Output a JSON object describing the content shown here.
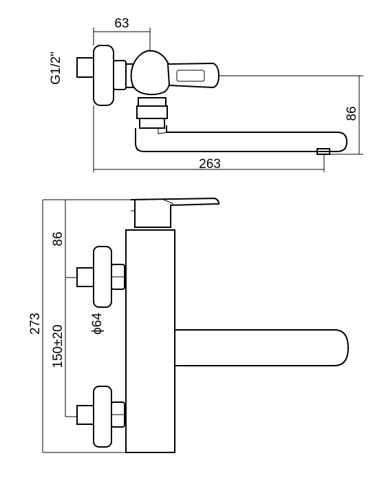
{
  "top_view": {
    "width_label": "63",
    "thread_label": "G1/2\"",
    "height_label": "86",
    "length_label": "263"
  },
  "front_view": {
    "top_label": "86",
    "total_label": "273",
    "diameter_label": "ϕ64",
    "spacing_label": "150±20"
  }
}
